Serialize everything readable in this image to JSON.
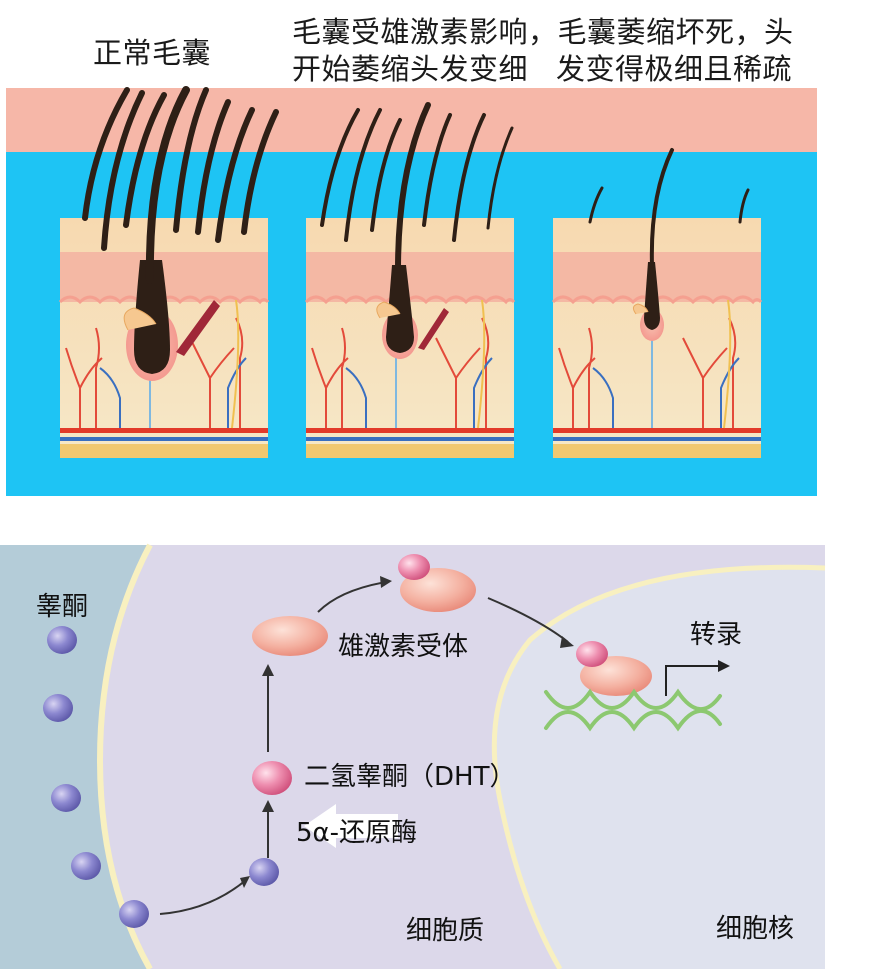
{
  "top": {
    "captions": {
      "normal": "正常毛囊",
      "affected_line1": "毛囊受雄激素影响，毛囊萎缩坏死，头",
      "affected_line2": "开始萎缩头发变细",
      "necrotic": "发变得极细且稀疏"
    },
    "colors": {
      "scalp": "#f6b7a8",
      "background": "#1ec4f4",
      "skin_base": "#f8e7c6",
      "hair": "#2e1f16"
    }
  },
  "bottom": {
    "labels": {
      "testosterone": "睾酮",
      "androgen_receptor": "雄激素受体",
      "dht": "二氢睾酮（DHT）",
      "enzyme": "5α-还原酶",
      "transcription": "转录",
      "cytoplasm": "细胞质",
      "nucleus": "细胞核"
    },
    "colors": {
      "extracellular": "#b4ccd8",
      "cytoplasm": "#dcd8ea",
      "nucleus": "#dfe2ee",
      "testosterone_molecule": "#7f7fc8",
      "dht_molecule": "#e88aa8",
      "receptor": "#f0a898"
    }
  }
}
